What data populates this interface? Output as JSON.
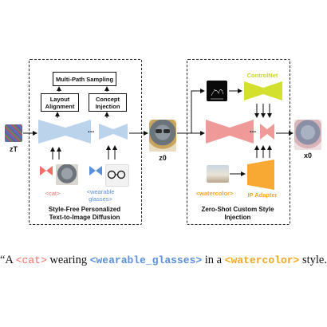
{
  "colors": {
    "cat": "#ee6f67",
    "glasses": "#5b8fd9",
    "watercolor": "#f5a623",
    "controlnet": "#d4e02e",
    "unet_blue": "#bcd3ec",
    "unet_red": "#ef9a98",
    "ip_adapter": "#f7a934"
  },
  "left_panel": {
    "top_box": "Multi-Path Sampling",
    "box_a": "Layout Alignment",
    "box_b": "Concept Injection",
    "ellipsis": "...",
    "token_cat": "<cat>",
    "token_glasses": "<wearable glasses>",
    "caption": "Style-Free Personalized Text-to-Image Diffusion"
  },
  "right_panel": {
    "controlnet_label": "ControlNet",
    "ellipsis": "...",
    "token_watercolor": "<watercolor>",
    "ip_adapter_label": "IP Adapter",
    "caption": "Zero-Shot Custom Style Injection"
  },
  "vars": {
    "z_t": "zT",
    "z_0": "z0",
    "x_0": "x0"
  },
  "prompt": {
    "open": "“A ",
    "cat": "<cat>",
    "mid1": " wearing ",
    "glasses": "<wearable_glasses>",
    "mid2": " in a ",
    "style": "<watercolor>",
    "close": " style.”"
  },
  "icons": [
    "noise-image",
    "cat-photo",
    "glasses-photo",
    "sunglasses-cat-image",
    "edge-map-image",
    "watercolor-image",
    "stylized-cat-image"
  ]
}
